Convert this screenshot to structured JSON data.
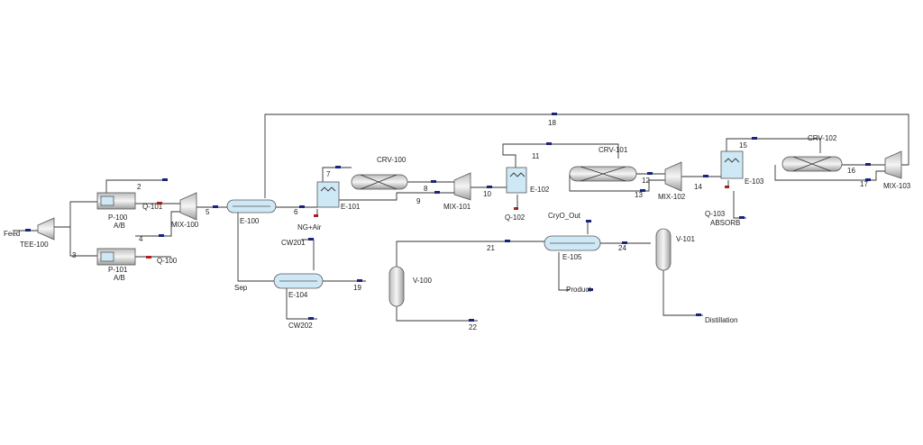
{
  "equipment": {
    "tee100": "TEE-100",
    "p100": "P-100",
    "p100_sub": "A/B",
    "p101": "P-101",
    "p101_sub": "A/B",
    "mix100": "MIX-100",
    "e100": "E-100",
    "e101": "E-101",
    "crv100": "CRV-100",
    "mix101": "MIX-101",
    "e102": "E-102",
    "crv101": "CRV-101",
    "mix102": "MIX-102",
    "e103": "E-103",
    "crv102": "CRV-102",
    "mix103": "MIX-103",
    "e104": "E-104",
    "v100": "V-100",
    "e105": "E-105",
    "v101": "V-101"
  },
  "streams": {
    "feed": "Feed",
    "s2": "2",
    "s3": "3",
    "s4": "4",
    "s5": "5",
    "s6": "6",
    "s7": "7",
    "s8": "8",
    "s9": "9",
    "s10": "10",
    "s11": "11",
    "s12": "12",
    "s13": "13",
    "s14": "14",
    "s15": "15",
    "s16": "16",
    "s17": "17",
    "s18": "18",
    "s19": "19",
    "s21": "21",
    "s22": "22",
    "s24": "24",
    "sep": "Sep",
    "ngair": "NG+Air",
    "cw201": "CW201",
    "cw202": "CW202",
    "cryo_out": "CryO_Out",
    "product": "Product",
    "absorb": "ABSORB",
    "distillation": "Distillation"
  },
  "energy": {
    "q101": "Q-101",
    "q100": "Q-100",
    "q102": "Q-102",
    "q103": "Q-103"
  },
  "colors": {
    "line": "#333333",
    "stream_marker": "#1a237e",
    "energy_marker": "#b71c1c",
    "equipment_fill": "#d9d9d9",
    "exchanger_fill": "#cfe8f5"
  }
}
